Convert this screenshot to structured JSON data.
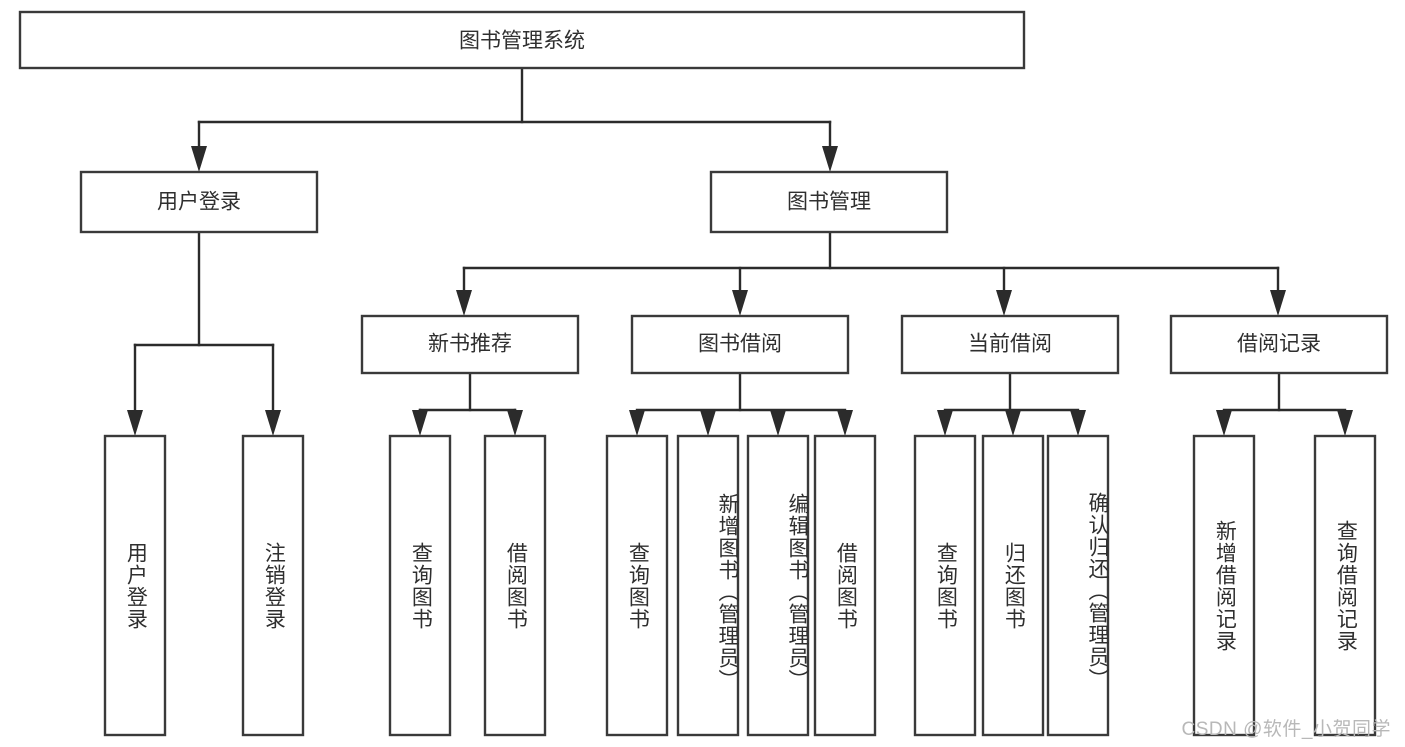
{
  "diagram": {
    "type": "tree-hierarchy-chart",
    "title": "图书管理系统",
    "orientation": "top-down",
    "colors": {
      "box_stroke": "#3a3a3a",
      "box_fill": "#ffffff",
      "connector": "#2b2b2b",
      "text": "#2f2f2f",
      "watermark": "#b8b8b8",
      "background": "#ffffff"
    },
    "root": {
      "id": "root",
      "label": "图书管理系统",
      "level": 0,
      "orientation": "horizontal"
    },
    "level1": [
      {
        "id": "user-login",
        "label": "用户登录",
        "level": 1,
        "orientation": "horizontal",
        "children": [
          {
            "id": "user-login-do",
            "label": "用户登录",
            "level": 2,
            "orientation": "vertical"
          },
          {
            "id": "user-logout",
            "label": "注销登录",
            "level": 2,
            "orientation": "vertical"
          }
        ]
      },
      {
        "id": "book-management",
        "label": "图书管理",
        "level": 1,
        "orientation": "horizontal",
        "children": [
          {
            "id": "new-book-recommend",
            "label": "新书推荐",
            "level": 2,
            "orientation": "horizontal",
            "children": [
              {
                "id": "nbr-query-book",
                "label": "查询图书",
                "level": 3,
                "orientation": "vertical"
              },
              {
                "id": "nbr-borrow-book",
                "label": "借阅图书",
                "level": 3,
                "orientation": "vertical"
              }
            ]
          },
          {
            "id": "book-borrow",
            "label": "图书借阅",
            "level": 2,
            "orientation": "horizontal",
            "children": [
              {
                "id": "bb-query-book",
                "label": "查询图书",
                "level": 3,
                "orientation": "vertical"
              },
              {
                "id": "bb-add-book",
                "label": "新增图书（管理员）",
                "level": 3,
                "orientation": "vertical"
              },
              {
                "id": "bb-edit-book",
                "label": "编辑图书（管理员）",
                "level": 3,
                "orientation": "vertical"
              },
              {
                "id": "bb-borrow-book",
                "label": "借阅图书",
                "level": 3,
                "orientation": "vertical"
              }
            ]
          },
          {
            "id": "current-borrow",
            "label": "当前借阅",
            "level": 2,
            "orientation": "horizontal",
            "children": [
              {
                "id": "cb-query-book",
                "label": "查询图书",
                "level": 3,
                "orientation": "vertical"
              },
              {
                "id": "cb-return-book",
                "label": "归还图书",
                "level": 3,
                "orientation": "vertical"
              },
              {
                "id": "cb-confirm-return",
                "label": "确认归还（管理员）",
                "level": 3,
                "orientation": "vertical"
              }
            ]
          },
          {
            "id": "borrow-record",
            "label": "借阅记录",
            "level": 2,
            "orientation": "horizontal",
            "children": [
              {
                "id": "br-add-record",
                "label": "新增借阅记录",
                "level": 3,
                "orientation": "vertical"
              },
              {
                "id": "br-query-record",
                "label": "查询借阅记录",
                "level": 3,
                "orientation": "vertical"
              }
            ]
          }
        ]
      }
    ]
  },
  "watermark": {
    "text": "CSDN @软件_小贺同学"
  }
}
